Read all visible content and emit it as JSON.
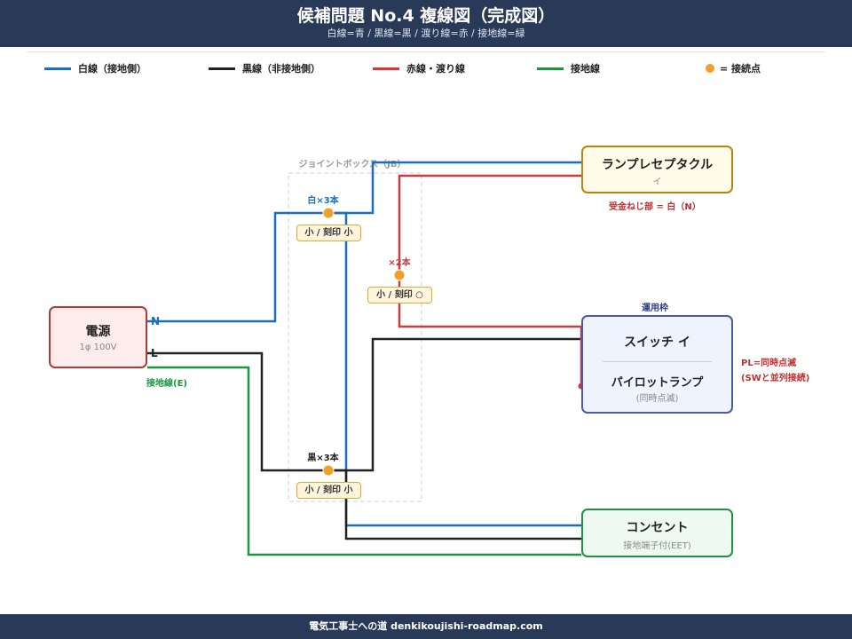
{
  "header": {
    "title": "候補問題 No.4  複線図（完成図）",
    "subtitle": "白線=青 / 黒線=黒 / 渡り線=赤 / 接地線=緑"
  },
  "legend": [
    {
      "label": "白線（接地側）",
      "color": "#1a6fc0",
      "kind": "line"
    },
    {
      "label": "黒線（非接地側）",
      "color": "#222222",
      "kind": "line"
    },
    {
      "label": "赤線・渡り線",
      "color": "#d03a3a",
      "kind": "line"
    },
    {
      "label": "接地線",
      "color": "#1e9440",
      "kind": "line"
    },
    {
      "label": "= 接続点",
      "color": "#f0a02a",
      "kind": "dot"
    }
  ],
  "jb_label": "ジョイントボックス（JB）",
  "power": {
    "title": "電源",
    "sub": "1φ 100V",
    "n": "N",
    "l": "L",
    "earth": "接地線(E)"
  },
  "lamp": {
    "title": "ランプレセプタクル",
    "sub": "イ",
    "note": "受金ねじ部 = 白（N）"
  },
  "switch_box": {
    "top_label": "運用枠",
    "switch_title": "スイッチ イ",
    "pilot_title": "パイロットランプ",
    "pilot_sub": "(同時点滅)",
    "note1": "PL=同時点滅",
    "note2": "(SWと並列接続)"
  },
  "outlet": {
    "title": "コンセント",
    "sub": "接地端子付(EET)"
  },
  "joints": [
    {
      "label": "白×3本",
      "tag": "小 / 刻印 小"
    },
    {
      "label": "×2本",
      "tag": "小 / 刻印 ○"
    },
    {
      "label": "黒×3本",
      "tag": "小 / 刻印 小"
    }
  ],
  "colors": {
    "white_wire": "#1a6fc0",
    "black_wire": "#222222",
    "red_wire": "#d03a3a",
    "earth_wire": "#1e9440",
    "joint": "#f0a02a"
  },
  "footer": "電気工事士への道  denkikoujishi-roadmap.com"
}
